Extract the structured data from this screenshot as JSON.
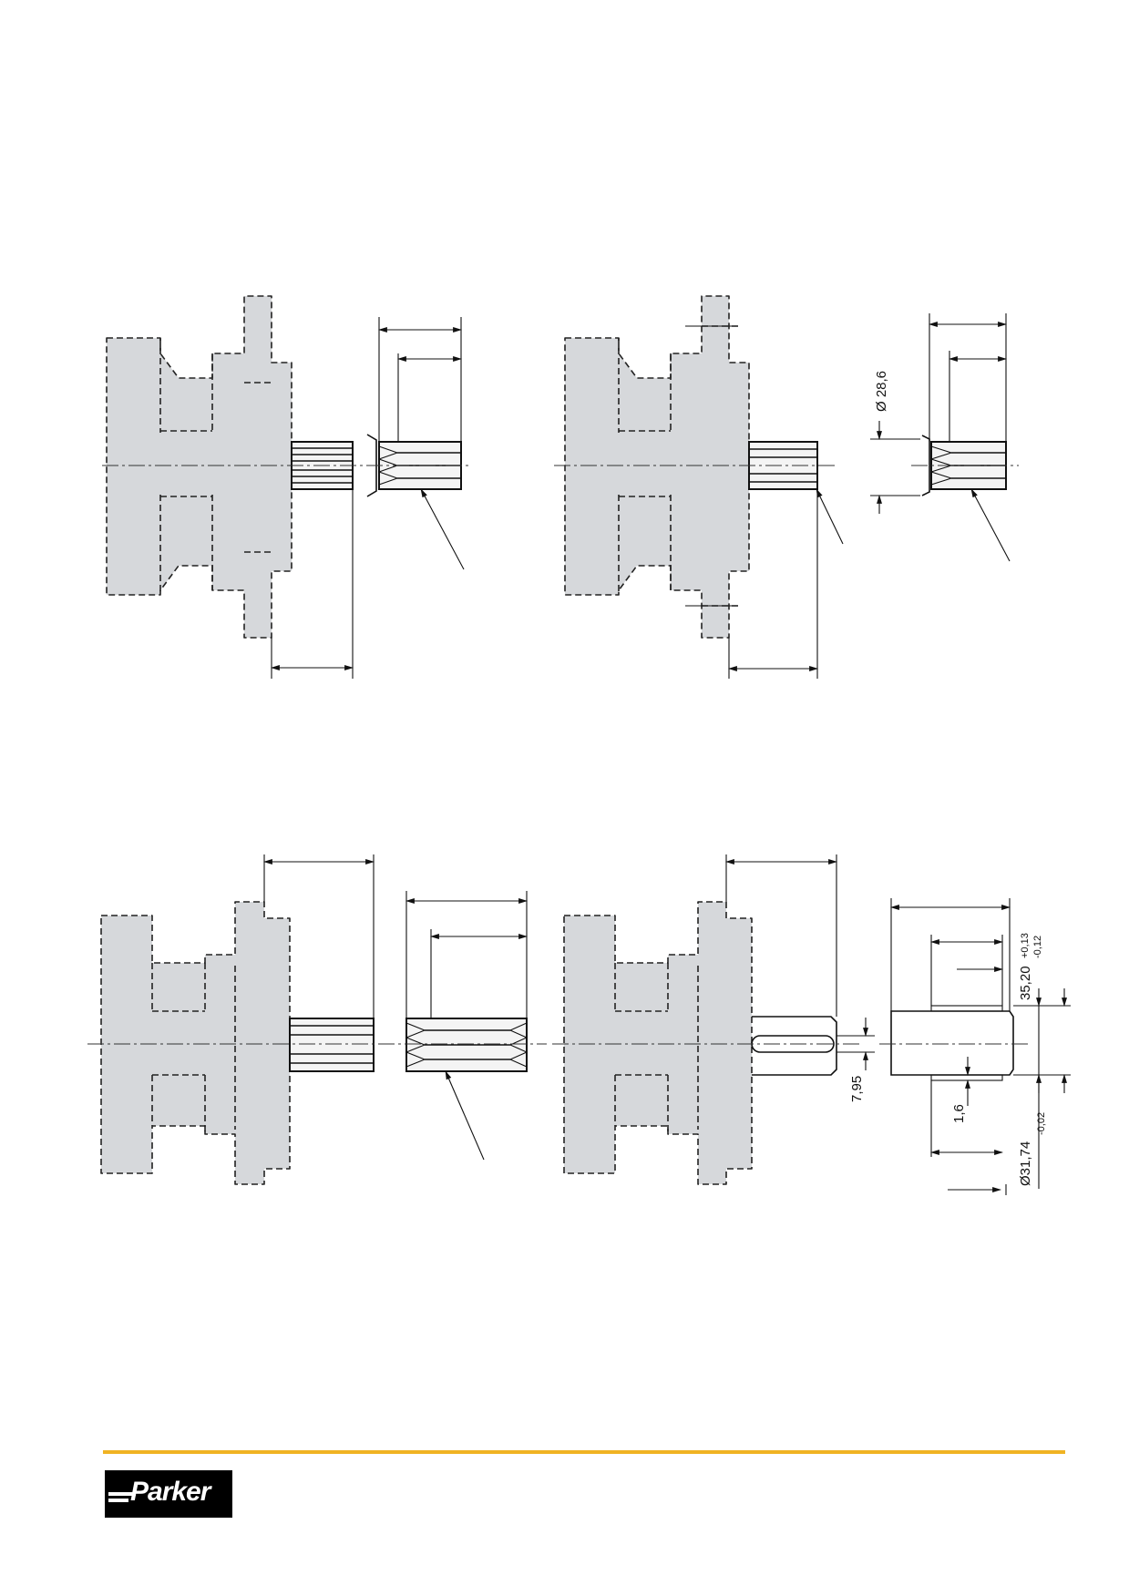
{
  "brand": {
    "logo_text": "Parker",
    "rule_color": "#f0b323"
  },
  "figures": {
    "fig2": {
      "dim_diameter": "Ø 28,6"
    },
    "fig4": {
      "dim_key_width": "7,95",
      "dim_key_depth": "1,6",
      "dim_shaft_height": "35,20",
      "dim_shaft_height_tol_upper": "+0,13",
      "dim_shaft_height_tol_lower": "-0,12",
      "dim_shaft_diameter": "Ø31,74",
      "dim_shaft_diameter_tol": "-0,02"
    }
  },
  "colors": {
    "body": "#d6d8db",
    "line": "#111111"
  }
}
